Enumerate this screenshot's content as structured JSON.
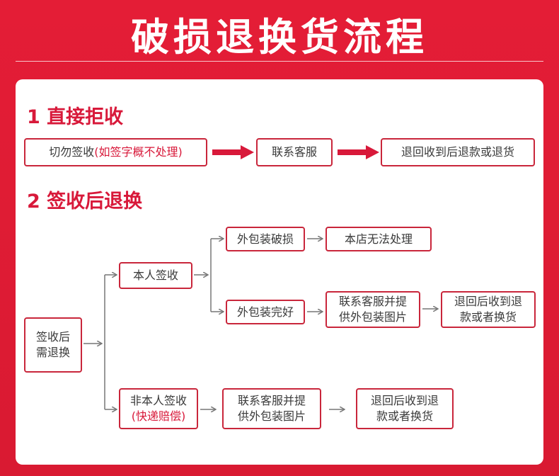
{
  "title": "破损退换货流程",
  "section1": {
    "heading": "1 直接拒收",
    "step1_a": "切勿签收",
    "step1_b": "(如签字概不处理)",
    "step2": "联系客服",
    "step3": "退回收到后退款或退货"
  },
  "section2": {
    "heading": "2 签收后退换",
    "root_l1": "签收后",
    "root_l2": "需退换",
    "self_sign": "本人签收",
    "pkg_damaged": "外包装破损",
    "store_no_handle": "本店无法处理",
    "pkg_intact": "外包装完好",
    "contact_pics_l1": "联系客服并提",
    "contact_pics_l2": "供外包装图片",
    "refund_l1": "退回后收到退",
    "refund_l2": "款或者换货",
    "other_sign_l1": "非本人签收",
    "other_sign_l2": "(快递赔偿)",
    "contact2_l1": "联系客服并提",
    "contact2_l2": "供外包装图片",
    "refund2_l1": "退回后收到退",
    "refund2_l2": "款或者换货"
  },
  "colors": {
    "background": "#e41d36",
    "accent": "#d8193a",
    "border": "#c9263b",
    "text": "#3a3a3a",
    "connector": "#777777"
  }
}
